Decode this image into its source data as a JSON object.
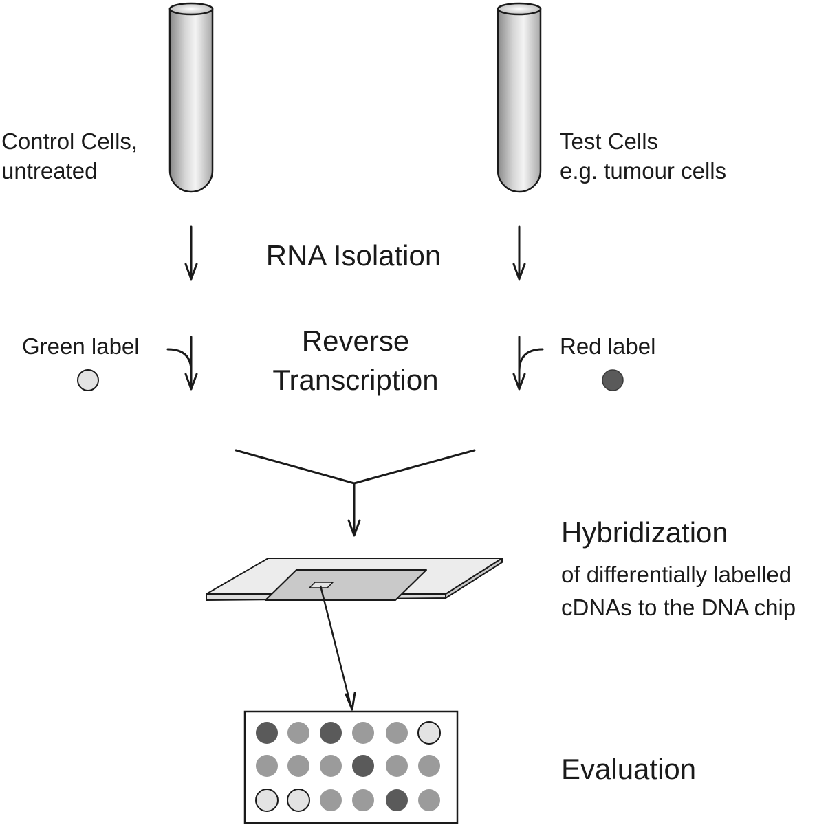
{
  "samples": {
    "control": {
      "line1": "Control Cells,",
      "line2": "untreated"
    },
    "test": {
      "line1": "Test Cells",
      "line2": "e.g. tumour cells"
    }
  },
  "steps": {
    "rna_isolation": "RNA Isolation",
    "reverse_transcription": {
      "line1": "Reverse",
      "line2": "Transcription"
    },
    "hybridization": {
      "title": "Hybridization",
      "line1": "of differentially labelled",
      "line2": "cDNAs to the DNA chip"
    },
    "evaluation": "Evaluation"
  },
  "labels": {
    "green": {
      "text": "Green label",
      "color": "#e3e3e3"
    },
    "red": {
      "text": "Red label",
      "color": "#5a5a5a"
    }
  },
  "spot_colors": {
    "dark": "#5a5a5a",
    "mid": "#9b9b9b",
    "light": "#e3e3e3"
  },
  "chip_spots": [
    [
      "dark",
      "mid",
      "dark",
      "mid",
      "mid",
      "light"
    ],
    [
      "mid",
      "mid",
      "mid",
      "dark",
      "mid",
      "mid"
    ],
    [
      "light",
      "light",
      "mid",
      "mid",
      "dark",
      "mid"
    ]
  ]
}
